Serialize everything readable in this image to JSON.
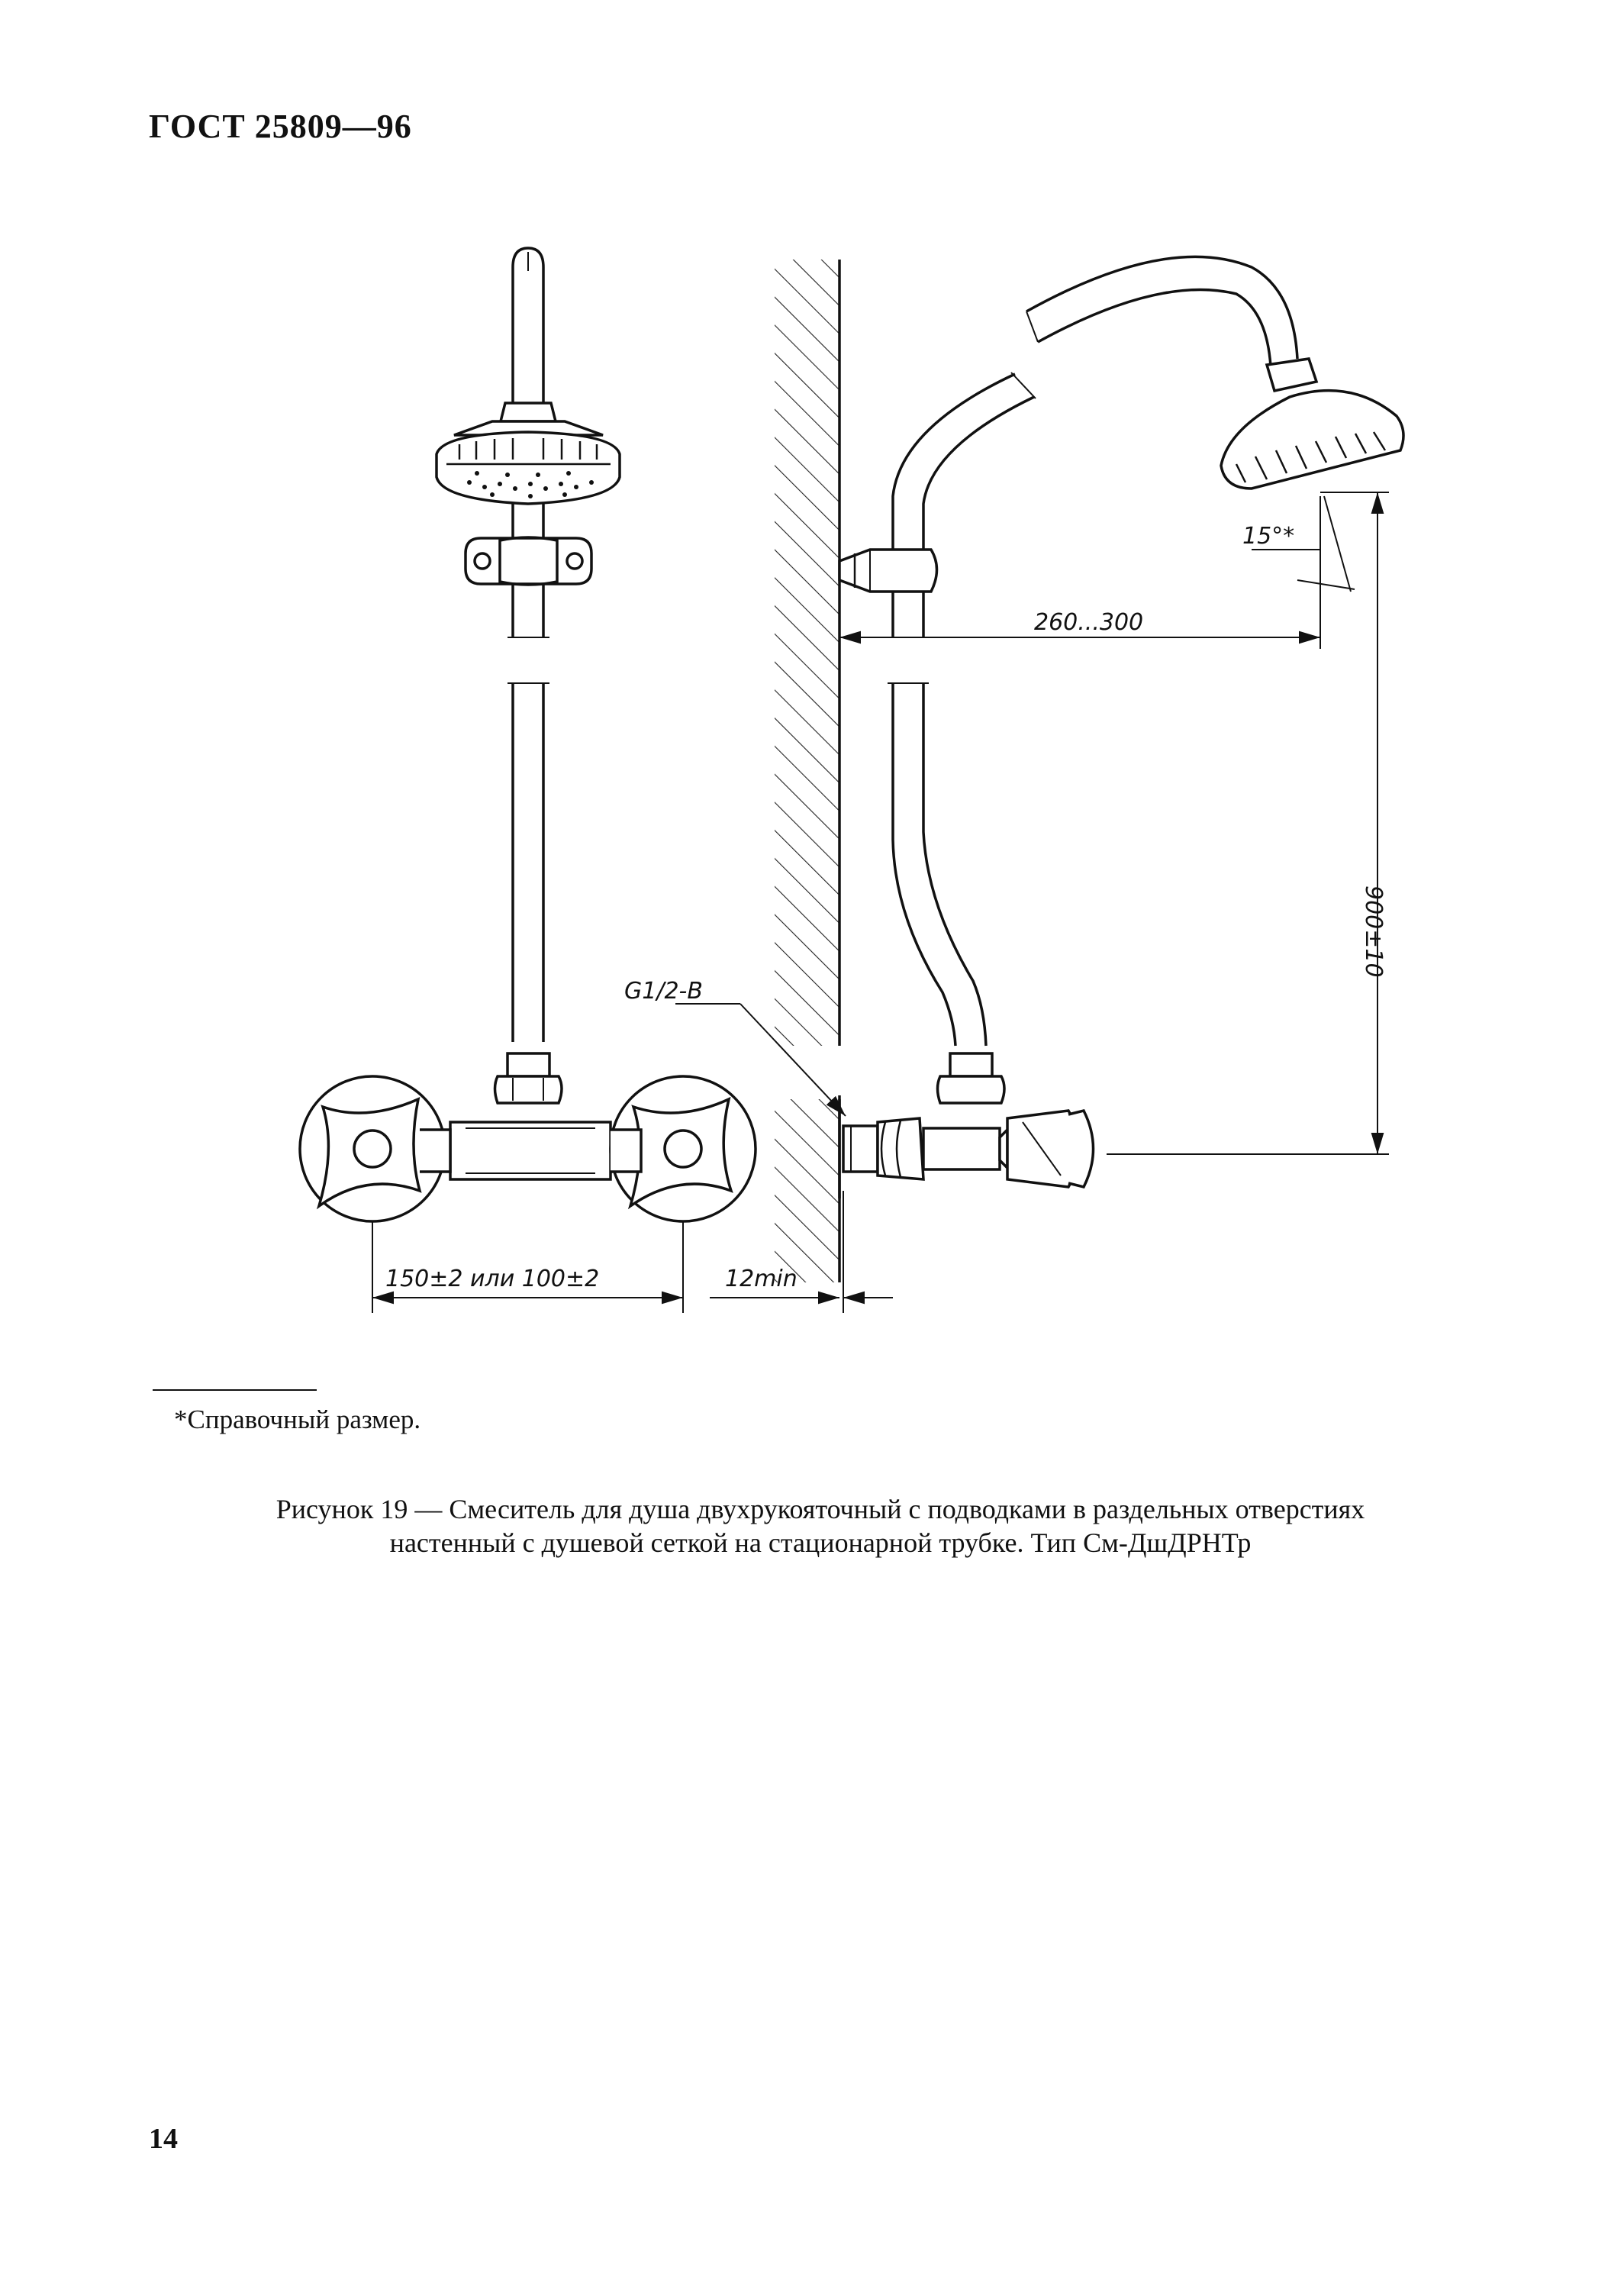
{
  "header": {
    "title": "ГОСТ 25809—96"
  },
  "drawing": {
    "dimensions": {
      "thread": "G1/2-B",
      "reach": "260...300",
      "angle": "15°*",
      "height": "900±10",
      "spacing": "150±2 или 100±2",
      "wall_gap": "12min"
    }
  },
  "footnote": {
    "text": "*Справочный размер."
  },
  "caption": {
    "line1": "Рисунок 19 — Смеситель для душа двухрукояточный с подводками в раздельных отверстиях",
    "line2": "настенный с душевой сеткой на стационарной трубке. Тип См-ДшДРНТр"
  },
  "page": {
    "number": "14"
  }
}
